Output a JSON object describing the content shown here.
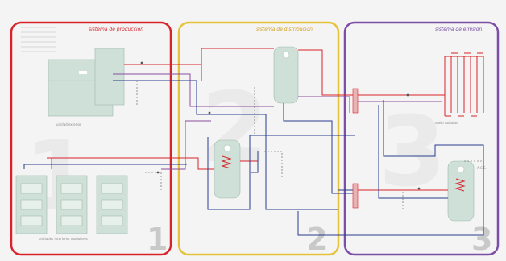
{
  "zones": [
    {
      "key": "produccion",
      "title": "sistema de producción",
      "number": "1",
      "color": "#d8232a"
    },
    {
      "key": "distribucion",
      "title": "sistema de distribución",
      "number": "2",
      "color": "#e6c23a"
    },
    {
      "key": "emision",
      "title": "sistema de emisión",
      "number": "3",
      "color": "#7b4fa6"
    }
  ],
  "labels": {
    "unidad_exterior": "unidad exterior",
    "unidades_interiores": "unidades interiores modulares",
    "suelo_radiante": "suelo radiante",
    "acs": "A.C.S."
  },
  "colors": {
    "hot": "#d8232a",
    "cold": "#2a3c8c",
    "mixed": "#8b4ea0",
    "equipment": "#cfe0d8",
    "equipment_stroke": "#9fbab0",
    "dashed": "#555555"
  }
}
